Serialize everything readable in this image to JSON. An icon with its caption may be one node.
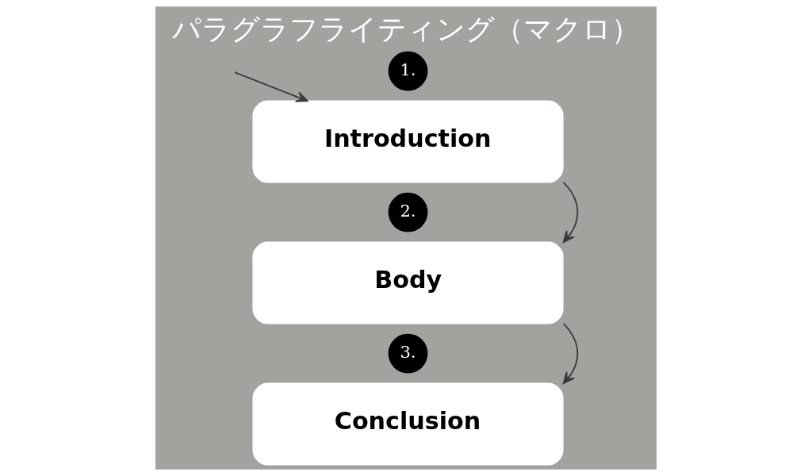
{
  "diagram": {
    "title": "パラグラフライティング（マクロ）",
    "nodes": [
      {
        "text": [
          "1."
        ]
      },
      {
        "text": [
          "Introduction"
        ]
      },
      {
        "text": [
          "2."
        ]
      },
      {
        "text": [
          "Body"
        ]
      },
      {
        "text": [
          "3."
        ]
      },
      {
        "text": [
          "Conclusion"
        ]
      }
    ],
    "edges": [
      {
        "from": null,
        "to": 1,
        "arrow": "to"
      },
      {
        "from": 1,
        "to": 3,
        "arrow": "to"
      },
      {
        "from": 3,
        "to": 5,
        "arrow": "to"
      }
    ]
  }
}
